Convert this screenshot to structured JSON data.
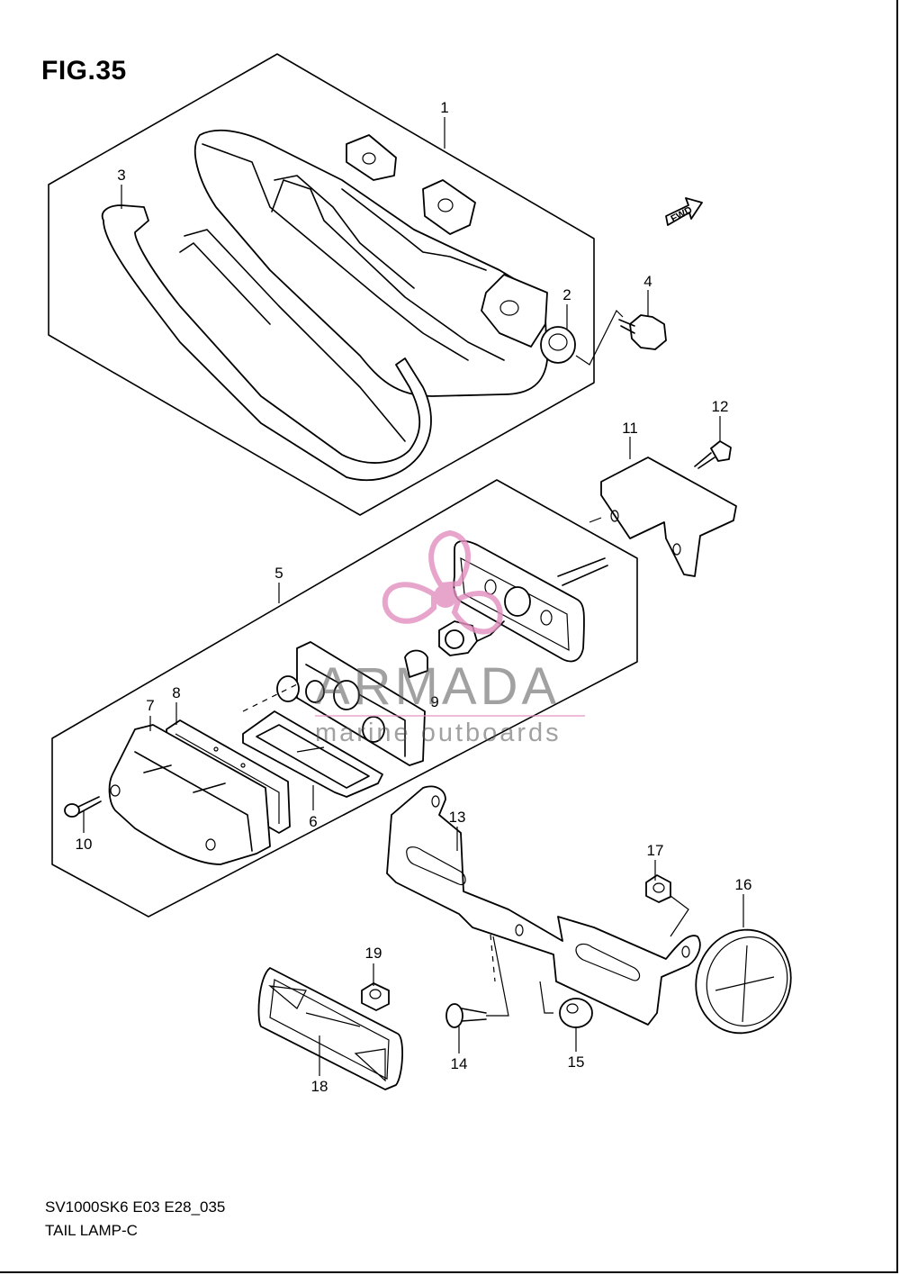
{
  "figure": {
    "title": "FIG.35",
    "fwd_label": "FWD"
  },
  "callouts": {
    "c1": "1",
    "c2": "2",
    "c3": "3",
    "c4": "4",
    "c5": "5",
    "c6": "6",
    "c7": "7",
    "c8": "8",
    "c9": "9",
    "c10": "10",
    "c11": "11",
    "c12": "12",
    "c13": "13",
    "c14": "14",
    "c15": "15",
    "c16": "16",
    "c17": "17",
    "c18": "18",
    "c19": "19"
  },
  "watermark": {
    "brand": "ARMADA",
    "tagline": "marine outboards",
    "color": "#e38fc0"
  },
  "footer": {
    "model_code": "SV1000SK6 E03 E28_035",
    "section_name": "TAIL LAMP-C"
  }
}
